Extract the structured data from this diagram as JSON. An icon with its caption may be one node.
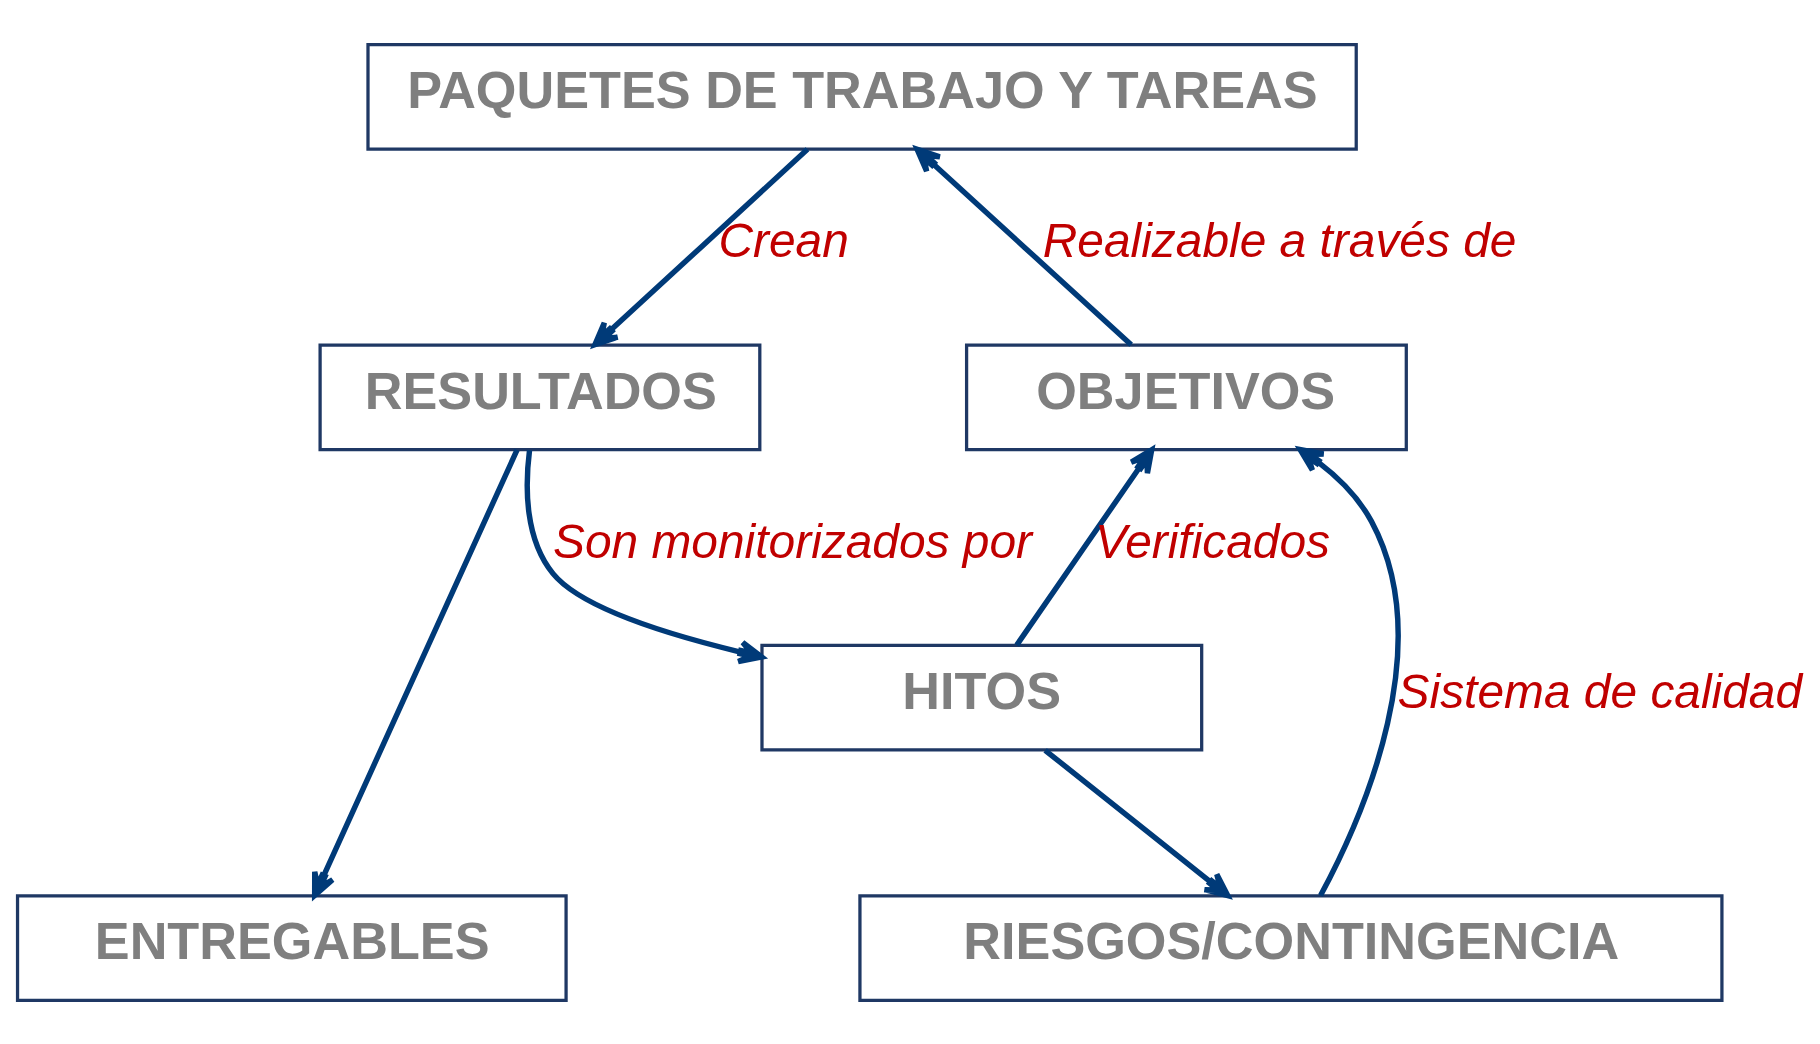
{
  "diagram": {
    "nodes": [
      {
        "text": [
          "PAQUETES DE TRABAJO Y TAREAS"
        ]
      },
      {
        "text": [
          "OBJETIVOS"
        ]
      },
      {
        "text": [
          "RESULTADOS"
        ]
      },
      {
        "text": [
          "HITOS"
        ]
      },
      {
        "text": [
          "ENTREGABLES"
        ]
      },
      {
        "text": [
          "RIESGOS/CONTINGENCIA"
        ]
      }
    ],
    "edges": [
      {
        "from": 1,
        "to": 0,
        "arrow": "to",
        "label": "Realizable a través de"
      },
      {
        "from": 0,
        "to": 2,
        "arrow": "to",
        "label": "Crean"
      },
      {
        "from": 2,
        "to": 3,
        "arrow": "to",
        "label": "Son monitorizados por"
      },
      {
        "from": 2,
        "to": 4,
        "arrow": "to"
      },
      {
        "from": 3,
        "to": 1,
        "arrow": "to",
        "label": "Verificados"
      },
      {
        "from": 3,
        "to": 5,
        "arrow": "to"
      },
      {
        "from": 5,
        "to": 1,
        "arrow": "to",
        "label": "Sistema de calidad"
      }
    ]
  }
}
